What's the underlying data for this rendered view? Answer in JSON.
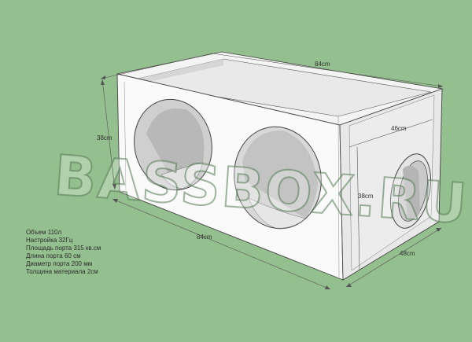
{
  "dimensions": {
    "top_length": "84cm",
    "front_height": "38cm",
    "side_depth": "46cm",
    "side_height": "38cm",
    "bottom_length": "84cm",
    "bottom_depth": "48cm"
  },
  "watermark": "BASSBOX.RU",
  "specs": [
    "Объем 110л",
    "Настройка 32Гц",
    "Площадь порта 315 кв.см",
    "Длина порта 60 см",
    "Диаметр порта 200 мм",
    "Толщина материала 2см"
  ],
  "colors": {
    "background": "#94bf8e",
    "panel_light": "#ffffff",
    "panel_gray": "#f0f0f0",
    "edge": "#444444"
  }
}
